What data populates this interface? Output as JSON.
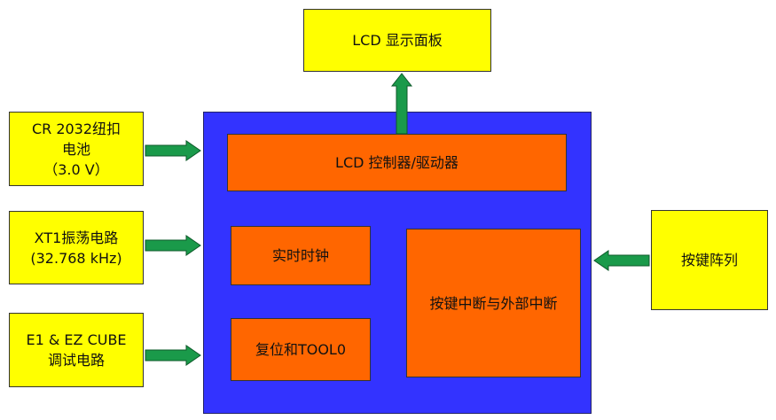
{
  "diagram": {
    "display_panel": "LCD 显示面板",
    "battery": "CR 2032纽扣\n电池\n（3.0 V）",
    "oscillator": "XT1振荡电路\n(32.768 kHz)",
    "debug_circuit": "E1 & EZ CUBE\n调试电路",
    "keypad": "按键阵列",
    "lcd_controller": "LCD 控制器/驱动器",
    "rtc": "实时时钟",
    "reset_tool": "复位和TOOL0",
    "interrupts": "按键中断与外部中断"
  },
  "colors": {
    "external_block": "#ffff00",
    "mcu_body": "#3333ff",
    "internal_block": "#ff6600",
    "arrow": "#1a9a4a"
  }
}
